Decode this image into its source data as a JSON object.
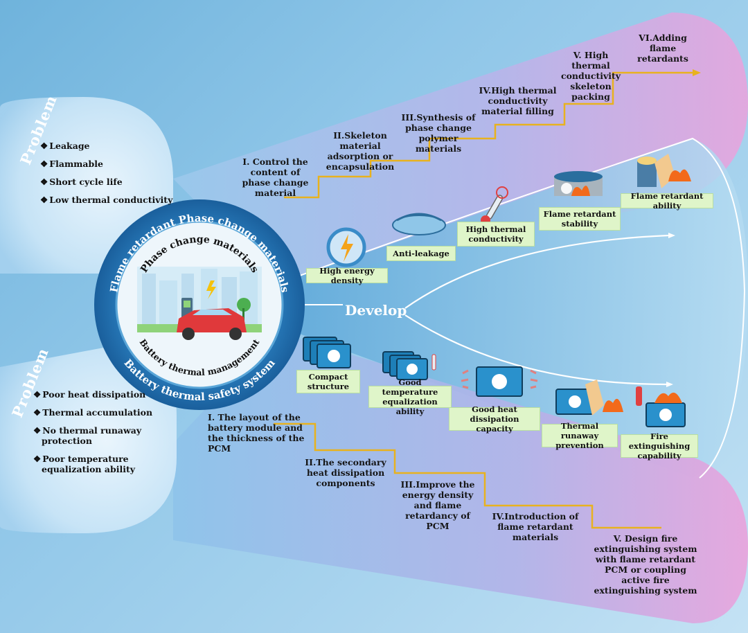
{
  "problem_top": {
    "title": "Problem",
    "items": [
      "Leakage",
      "Flammable",
      "Short cycle life",
      "Low thermal conductivity"
    ]
  },
  "problem_bottom": {
    "title": "Problem",
    "items": [
      "Poor heat dissipation",
      "Thermal accumulation",
      "No thermal runaway protection",
      "Poor temperature equalization ability"
    ]
  },
  "bullet": "❖",
  "center": {
    "outer_top": "Flame retardant Phase change materials",
    "outer_bottom": "Battery thermal safety system",
    "inner_top": "Phase change materials",
    "inner_bottom": "Battery thermal management"
  },
  "develop": "Develop",
  "top_steps": [
    "I.  Control the content of phase change material",
    "II.Skeleton material adsorption or encapsulation",
    "III.Synthesis of phase change polymer materials",
    "IV.High thermal conductivity material filling",
    "V. High thermal conductivity skeleton packing",
    "VI.Adding flame retardants"
  ],
  "top_labels": [
    "High energy density",
    "Anti-leakage",
    "High thermal conductivity",
    "Flame retardant stability",
    "Flame retardant ability"
  ],
  "bottom_labels": [
    "Compact structure",
    "Good temperature equalization ability",
    "Good heat dissipation capacity",
    "Thermal runaway prevention",
    "Fire extinguishing capability"
  ],
  "bottom_steps": [
    "I.  The layout of the battery module and the thickness of the PCM",
    "II.The secondary heat dissipation components",
    "III.Improve the energy density and flame retardancy of PCM",
    "IV.Introduction of flame retardant materials",
    "V. Design fire extinguishing system with flame retardant PCM or coupling active fire extinguishing system"
  ],
  "colors": {
    "step_line": "#e8b21e",
    "label_bg": "#dff5c9",
    "battery": "#1e7fb8",
    "car": "#e0393b",
    "pink": "#e9a6dd"
  }
}
